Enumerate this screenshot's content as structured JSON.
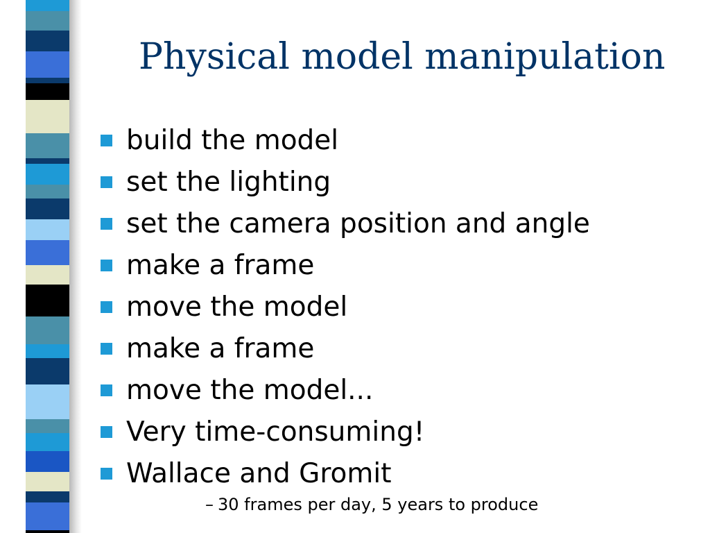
{
  "slide": {
    "title": "Physical model manipulation",
    "bullets": [
      "build the model",
      "set the lighting",
      "set the camera position and angle",
      "make a frame",
      "move the model",
      "make a frame",
      "move the model...",
      "Very time-consuming!",
      "Wallace and Gromit"
    ],
    "sub_bullet_marker": "–",
    "sub_bullet": "30 frames per day, 5 years to produce"
  },
  "colors": {
    "title": "#003366",
    "bullet_square": "#1e9ad6",
    "stripe": [
      "#1e9ad6",
      "#4a90a8",
      "#0b3a6b",
      "#3a6fd8",
      "#000000",
      "#e4e6c6",
      "#9ad0f5",
      "#1a56c4"
    ]
  }
}
